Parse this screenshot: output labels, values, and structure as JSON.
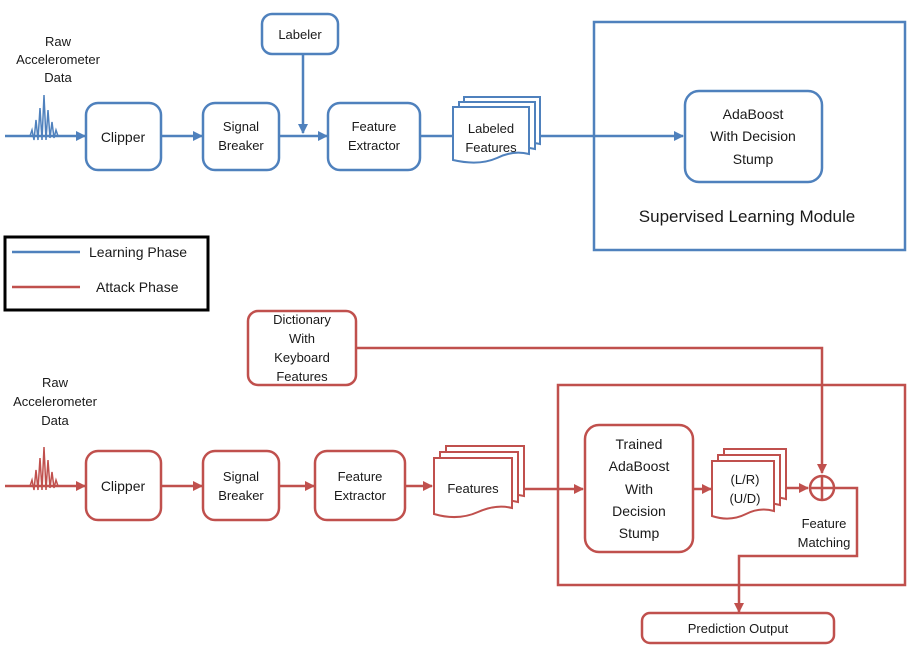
{
  "colors": {
    "learning": "#4F81BD",
    "attack": "#C0504D",
    "text": "#1a1a1a",
    "legend_border": "#000000"
  },
  "learning": {
    "raw_label": [
      "Raw",
      "Accelerometer",
      "Data"
    ],
    "clipper": "Clipper",
    "signal_breaker": [
      "Signal",
      "Breaker"
    ],
    "labeler": "Labeler",
    "feature_extractor": [
      "Feature",
      "Extractor"
    ],
    "labeled_features": [
      "Labeled",
      "Features"
    ],
    "adaboost": [
      "AdaBoost",
      "With Decision",
      "Stump"
    ],
    "module_label": "Supervised  Learning Module"
  },
  "legend": {
    "learning_phase": "Learning  Phase",
    "attack_phase": "Attack Phase"
  },
  "attack": {
    "dictionary": [
      "Dictionary",
      "With",
      "Keyboard",
      "Features"
    ],
    "raw_label": [
      "Raw",
      "Accelerometer",
      "Data"
    ],
    "clipper": "Clipper",
    "signal_breaker": [
      "Signal",
      "Breaker"
    ],
    "feature_extractor": [
      "Feature",
      "Extractor"
    ],
    "features": "Features",
    "trained_adaboost": [
      "Trained",
      "AdaBoost",
      "With",
      "Decision",
      "Stump"
    ],
    "direction": [
      "(L/R)",
      "(U/D)"
    ],
    "feature_matching": [
      "Feature",
      "Matching"
    ],
    "prediction_output": "Prediction Output"
  }
}
